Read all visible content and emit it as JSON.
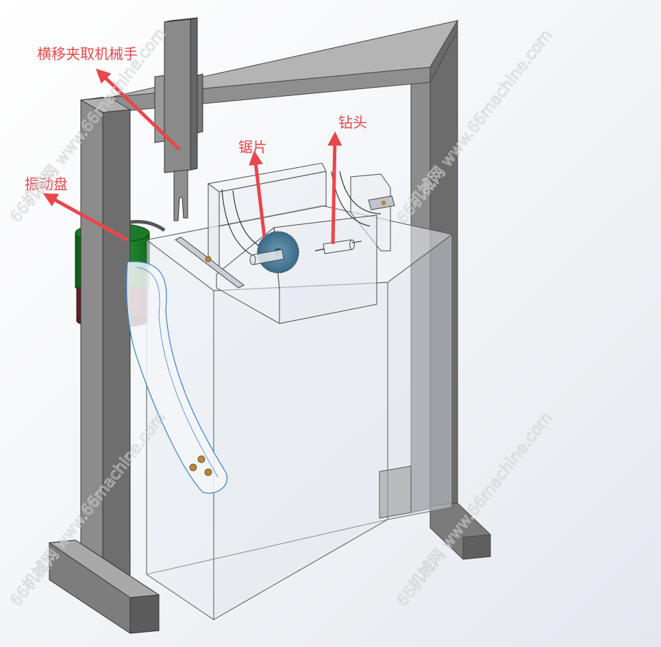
{
  "labels": {
    "gripper": "横移夹取机械手",
    "saw_blade": "锯片",
    "drill": "钻头",
    "vibration_plate": "振动盘"
  },
  "watermark": {
    "text": "66机械网 www.66machine.com"
  },
  "colors": {
    "background": "#ffffff",
    "frame": "#8a8a8a",
    "frame_dark": "#5a5a5a",
    "label_text": "#e8474b",
    "arrow": "#e8474b",
    "bowl_green": "#1f8a2a",
    "bowl_red": "#8e3535",
    "blade": "#4a7d98",
    "chute": "#2f7fd0",
    "parts": "#b9853a",
    "watermark": "#d0d0d0"
  }
}
